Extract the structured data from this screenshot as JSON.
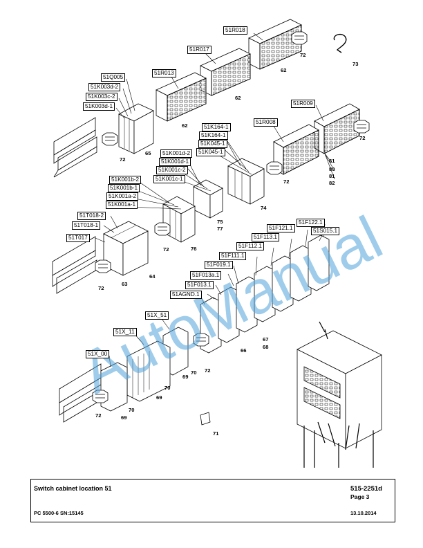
{
  "watermark": "AutoManual",
  "parts": {
    "r018": "51R018",
    "r017": "51R017",
    "r013": "51R013",
    "r009": "51R009",
    "r008": "51R008",
    "q005": "51Q005",
    "k003d2": "51K003d-2",
    "k003c2": "51K003c-2",
    "k003d1": "51K003d-1",
    "k164_1": "51K164-1",
    "k164_1b": "51K164-1",
    "k045_1": "51K045-1",
    "k045_1b": "51K045-1",
    "k001d2": "51K001d-2",
    "k001d1": "51K001d-1",
    "k001c2": "51K001c-2",
    "k001c1": "51K001c-1",
    "k001b2": "51K001b-2",
    "k001b1": "51K001b-1",
    "k001a2": "51K001a-2",
    "k001a1": "51K001a-1",
    "t018_2": "51T018-2",
    "t018_1": "51T018-1",
    "t017": "51T017",
    "f122": "51F122.1",
    "f121": "51F121.1",
    "s015": "51S015.1",
    "f113": "51F113.1",
    "f112": "51F112.1",
    "f111": "51F111.1",
    "f019": "51F019.1",
    "f013a": "51F013a.1",
    "f013": "51F013.1",
    "agnd": "51AGND.1",
    "x51": "51X_51",
    "x11": "51X_11",
    "x00": "51X_00"
  },
  "numbers": {
    "n72a": "72",
    "n73": "73",
    "n62a": "62",
    "n62b": "62",
    "n62c": "62",
    "n72b": "72",
    "n65": "65",
    "n72c": "72",
    "n61": "61",
    "n80": "80",
    "n81": "81",
    "n82": "82",
    "n72d": "72",
    "n74": "74",
    "n75": "75",
    "n77": "77",
    "n72e": "72",
    "n76": "76",
    "n72f": "72",
    "n63": "63",
    "n64": "64",
    "n67": "67",
    "n68": "68",
    "n66": "66",
    "n72g": "72",
    "n70a": "70",
    "n69a": "69",
    "n70b": "70",
    "n69b": "69",
    "n72h": "72",
    "n70c": "70",
    "n69c": "69",
    "n71": "71"
  },
  "titleblock": {
    "title": "Switch cabinet location 51",
    "doc_number": "515-2251d",
    "page": "Page 3",
    "machine": "PC 5500-6 SN:15145",
    "date": "13.10.2014"
  }
}
